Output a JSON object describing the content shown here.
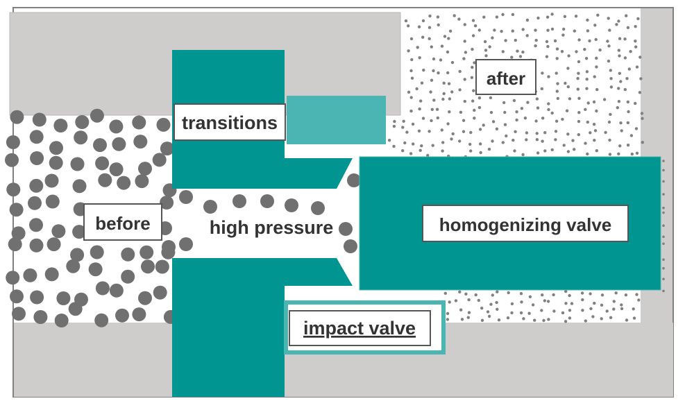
{
  "labels": {
    "before": "before",
    "after": "after",
    "transitions": "transitions",
    "high_pressure": "high pressure",
    "homogenizing_valve": "homogenizing valve",
    "impact_valve": "impact valve"
  },
  "colors": {
    "housing": "#cfcdcb",
    "valve_teal": "#009591",
    "light_teal": "#4bb5b3",
    "particle_large": "#707070",
    "particle_small": "#808080",
    "label_text": "#333333",
    "frame": "#808080"
  },
  "particles": {
    "before_size": "large",
    "after_size": "small"
  }
}
